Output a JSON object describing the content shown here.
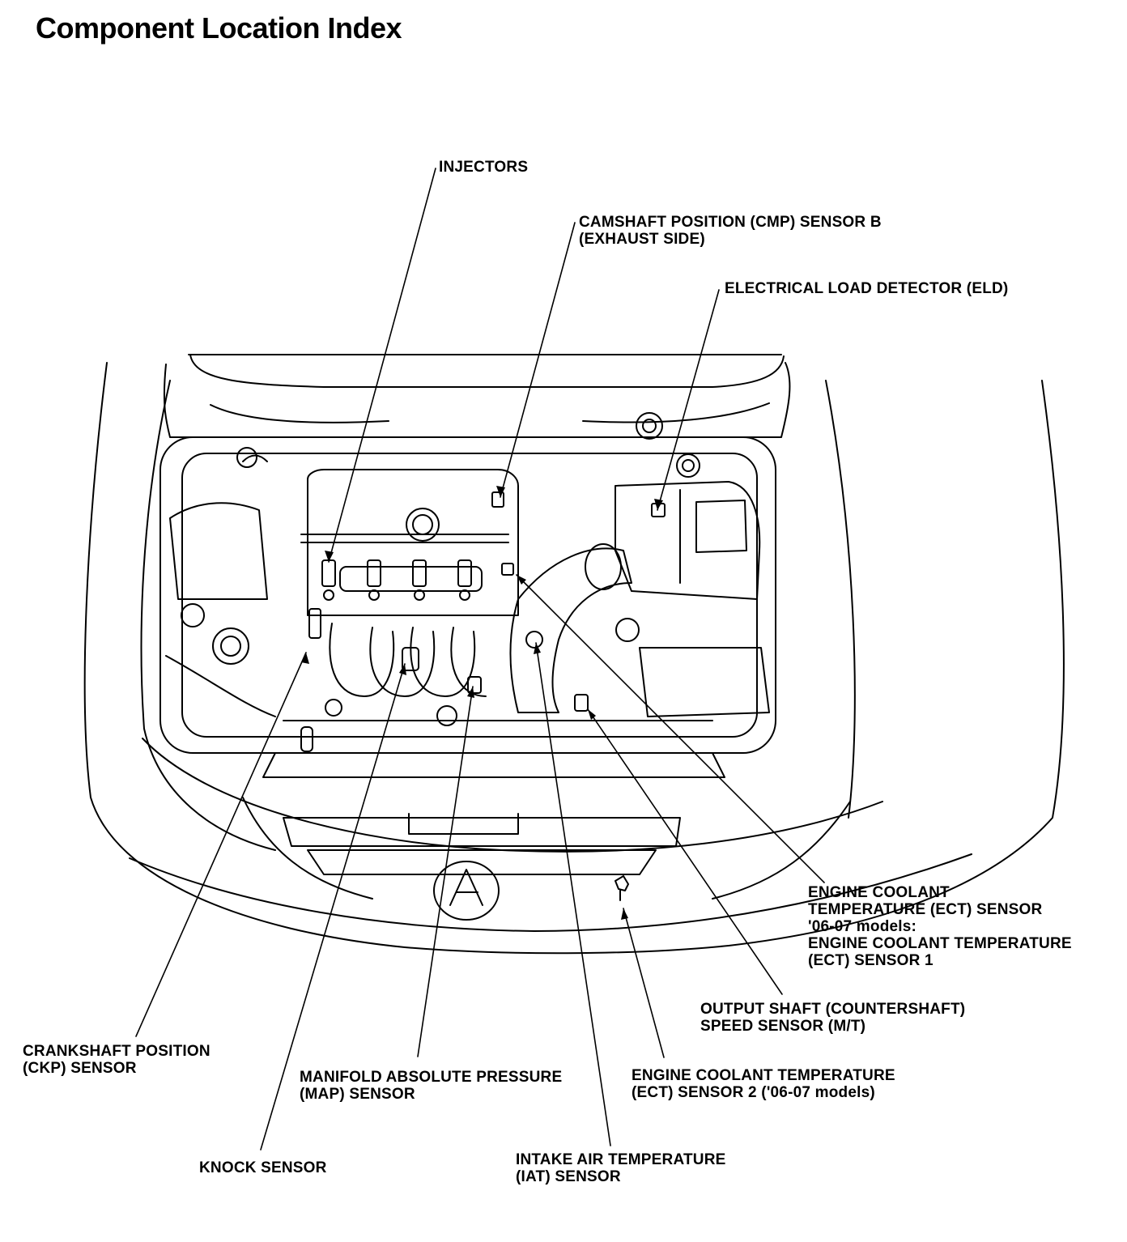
{
  "title": "Component Location Index",
  "labels": {
    "injectors": [
      "INJECTORS"
    ],
    "cmp_sensor_b": [
      "CAMSHAFT POSITION (CMP) SENSOR B",
      "(EXHAUST SIDE)"
    ],
    "eld": [
      "ELECTRICAL LOAD DETECTOR (ELD)"
    ],
    "ect_sensor": [
      "ENGINE COOLANT",
      "TEMPERATURE (ECT) SENSOR",
      "'06-07 models:",
      "ENGINE COOLANT TEMPERATURE",
      "(ECT) SENSOR 1"
    ],
    "output_shaft": [
      "OUTPUT SHAFT (COUNTERSHAFT)",
      "SPEED SENSOR (M/T)"
    ],
    "ckp_sensor": [
      "CRANKSHAFT POSITION",
      "(CKP) SENSOR"
    ],
    "map_sensor": [
      "MANIFOLD ABSOLUTE PRESSURE",
      "(MAP) SENSOR"
    ],
    "ect_sensor_2": [
      "ENGINE COOLANT TEMPERATURE",
      "(ECT) SENSOR 2 ('06-07 models)"
    ],
    "knock_sensor": [
      "KNOCK SENSOR"
    ],
    "iat_sensor": [
      "INTAKE AIR TEMPERATURE",
      "(IAT) SENSOR"
    ]
  }
}
